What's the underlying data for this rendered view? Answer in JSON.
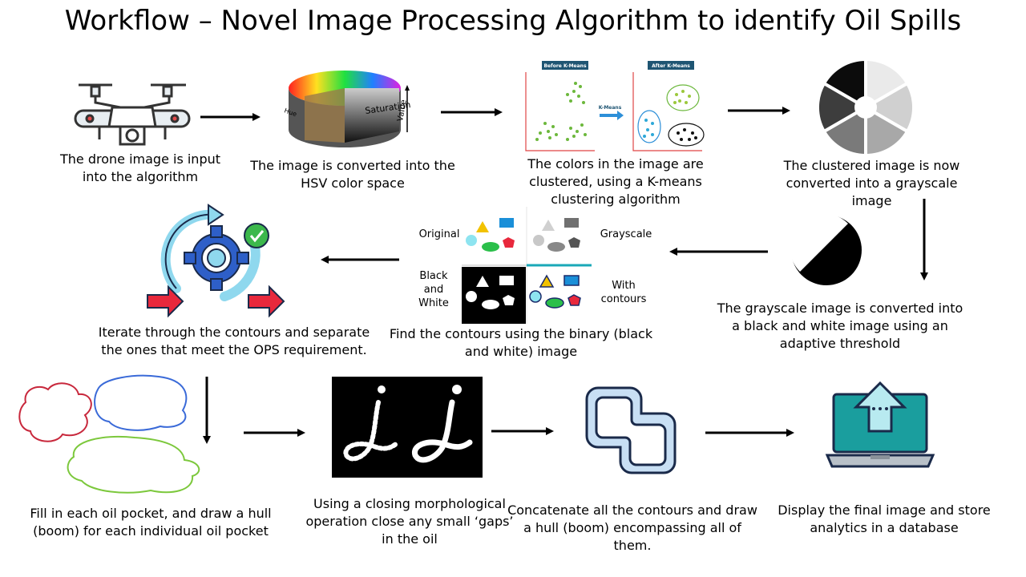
{
  "title": "Workflow – Novel Image Processing Algorithm to identify Oil Spills",
  "steps": [
    {
      "caption": "The drone image is input into the algorithm",
      "icon": "drone-icon"
    },
    {
      "caption": "The image is converted into the HSV color space",
      "icon": "hsv-cylinder-icon",
      "labels": {
        "hue": "Hue",
        "saturation": "Saturation",
        "value": "Value"
      }
    },
    {
      "caption": "The colors in the image are clustered, using a K-means clustering algorithm",
      "icon": "kmeans-plot-icon",
      "labels": {
        "before": "Before K-Means",
        "after": "After K-Means",
        "arrow": "K-Means"
      }
    },
    {
      "caption": "The clustered image is now converted into a grayscale image",
      "icon": "grayscale-wheel-icon"
    },
    {
      "caption": "The grayscale image is converted into a black and white image using an adaptive threshold",
      "icon": "threshold-circle-icon"
    },
    {
      "caption": "Find the contours using the binary (black and white) image",
      "icon": "contours-grid-icon",
      "labels": {
        "original": "Original",
        "grayscale": "Grayscale",
        "black_white": "Black and White",
        "with_contours": "With contours"
      }
    },
    {
      "caption": "Iterate through the contours and separate the ones that meet the OPS requirement.",
      "icon": "iterate-gear-icon"
    },
    {
      "caption": "Fill in each oil pocket, and draw a hull (boom) for each individual oil pocket",
      "icon": "oil-pockets-icon"
    },
    {
      "caption": "Using a closing morphological operation close any  small ‘gaps’ in the oil",
      "icon": "morphology-letters-icon"
    },
    {
      "caption": "Concatenate all the contours and draw a hull (boom) encompassing all of them.",
      "icon": "merged-hull-icon"
    },
    {
      "caption": "Display the final image and store analytics in a database",
      "icon": "laptop-upload-icon"
    }
  ],
  "colors": {
    "accent_blue": "#2d8fd8",
    "teal": "#1a9e9e",
    "red": "#e03a3e",
    "green": "#5cc65c"
  }
}
